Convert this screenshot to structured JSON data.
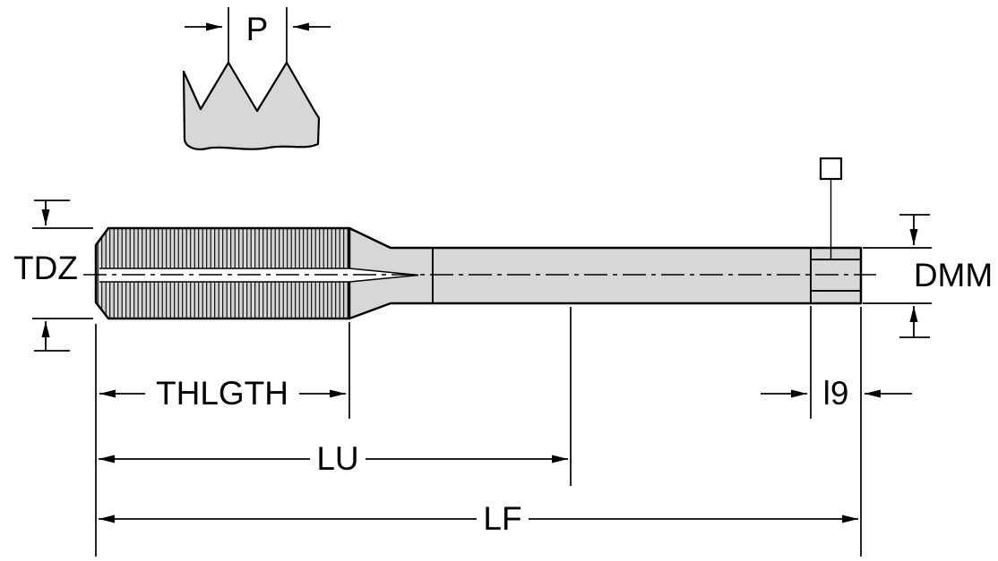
{
  "diagram": {
    "labels": {
      "pitch": "P",
      "thread_diameter": "TDZ",
      "shank_diameter": "DMM",
      "thread_length": "THLGTH",
      "usable_length": "LU",
      "overall_length": "LF",
      "square_length": "l9"
    },
    "colors": {
      "body_fill": "#d7d7d7",
      "outline": "#000000",
      "background": "#ffffff",
      "flute_fill": "#ffffff"
    }
  }
}
